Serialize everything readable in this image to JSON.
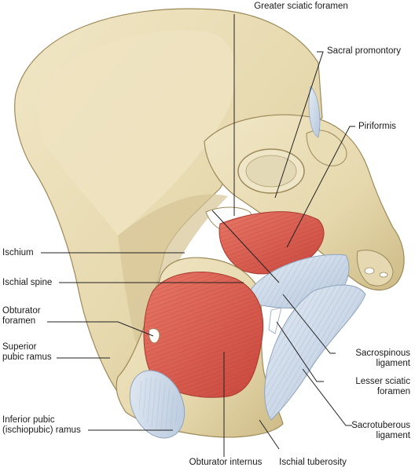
{
  "labels": {
    "greater_sciatic_foramen": "Greater sciatic foramen",
    "sacral_promontory": "Sacral promontory",
    "piriformis": "Piriformis",
    "ischium": "Ischium",
    "ischial_spine": "Ischial spine",
    "obturator_foramen": "Obturator\nforamen",
    "superior_pubic_ramus": "Superior\npubic ramus",
    "inferior_pubic_ramus": "Inferior pubic\n(ischiopubic) ramus",
    "obturator_internus": "Obturator internus",
    "ischial_tuberosity": "Ischial tuberosity",
    "sacrospinous_ligament": "Sacrospinous\nligament",
    "lesser_sciatic_foramen": "Lesser sciatic\nforamen",
    "sacrotuberous_ligament": "Sacrotuberous\nligament"
  },
  "colors": {
    "bone": "#e8dcb5",
    "bone_shadow": "#c9b98a",
    "muscle": "#d9574a",
    "ligament": "#c9d6e6",
    "leader_line": "#222222"
  }
}
